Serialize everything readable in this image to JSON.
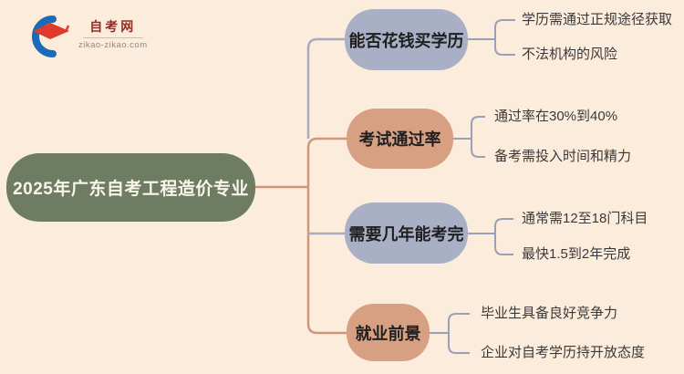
{
  "logo": {
    "site_name": "自考网",
    "site_url": "zikao-zikao.com",
    "icon": "graduation-cap-with-blue-crescent"
  },
  "root": {
    "label": "2025年广东自考工程造价专业"
  },
  "branches": [
    {
      "label": "能否花钱买学历",
      "color": "slate",
      "leaves": [
        "学历需通过正规途径获取",
        "不法机构的风险"
      ]
    },
    {
      "label": "考试通过率",
      "color": "salmon",
      "leaves": [
        "通过率在30%到40%",
        "备考需投入时间和精力"
      ]
    },
    {
      "label": "需要几年能考完",
      "color": "slate",
      "leaves": [
        "通常需12至18门科目",
        "最快1.5到2年完成"
      ]
    },
    {
      "label": "就业前景",
      "color": "salmon",
      "leaves": [
        "毕业生具备良好竞争力",
        "企业对自考学历持开放态度"
      ]
    }
  ],
  "colors": {
    "background": "#fcecdb",
    "root_fill": "#6e7d61",
    "root_text": "#f8f5ea",
    "slate_fill": "#a9afc5",
    "salmon_fill": "#d8a083",
    "branch_text": "#1f1f1f",
    "leaf_text": "#3a3a3a",
    "salmon_line": "#cf977a",
    "slate_line": "#a5abc1",
    "bracket_line": "#99a1b7",
    "logo_red": "#e03a2c",
    "logo_blue": "#1a6ab5",
    "logo_title": "#8f2f24",
    "logo_url_gray": "#8a8a8a"
  }
}
